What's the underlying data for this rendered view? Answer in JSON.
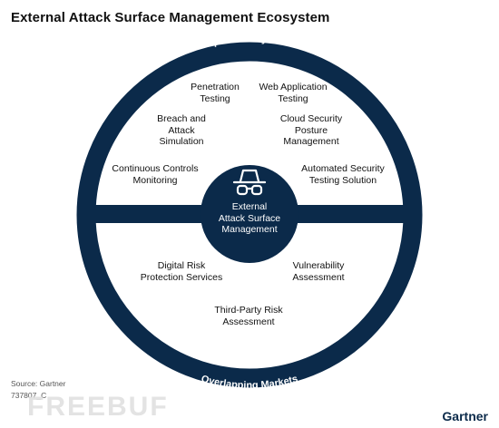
{
  "title": "External Attack Surface Management Ecosystem",
  "ring_labels": {
    "top": "Complementary Markets",
    "bottom": "Overlapping Markets"
  },
  "center": {
    "label": "External\nAttack Surface\nManagement",
    "icon": "incognito-glasses-icon"
  },
  "complementary_markets": [
    "Penetration\nTesting",
    "Web Application\nTesting",
    "Breach and\nAttack\nSimulation",
    "Cloud Security\nPosture\nManagement",
    "Continuous Controls\nMonitoring",
    "Automated Security\nTesting Solution"
  ],
  "overlapping_markets": [
    "Digital Risk\nProtection Services",
    "Vulnerability\nAssessment",
    "Third-Party Risk\nAssessment"
  ],
  "footer": {
    "source": "Source: Gartner",
    "doc_id": "737807_C",
    "watermark": "FREEBUF",
    "brand": "Gartner"
  },
  "colors": {
    "navy": "#0b2a4a",
    "text": "#111111",
    "background": "#ffffff"
  }
}
